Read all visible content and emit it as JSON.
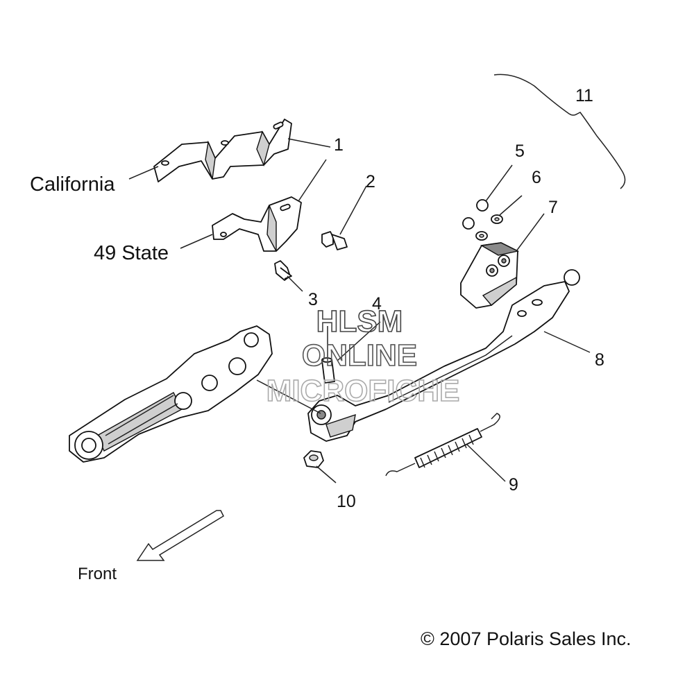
{
  "labels": {
    "california": "California",
    "state49": "49 State",
    "front": "Front",
    "copyright": "© 2007 Polaris Sales Inc."
  },
  "callouts": [
    "1",
    "2",
    "3",
    "4",
    "5",
    "6",
    "7",
    "8",
    "9",
    "10",
    "11"
  ],
  "watermark": {
    "line1": "HLSM",
    "line2": "ONLINE",
    "line3": "MICROFICHE"
  },
  "colors": {
    "line": "#111111",
    "background": "#ffffff",
    "watermark": "#555555"
  }
}
